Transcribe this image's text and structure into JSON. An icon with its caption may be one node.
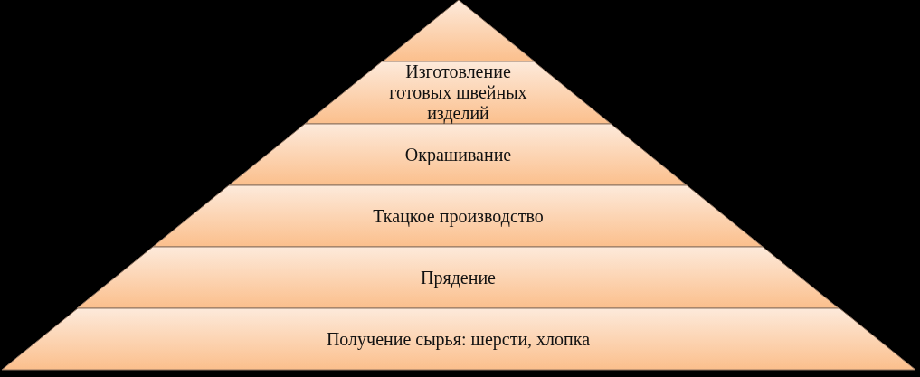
{
  "diagram": {
    "nodes": [
      {
        "text": [],
        "shape": "triangle"
      },
      {
        "text": [
          "Изготовление готовых швейных изделий"
        ]
      },
      {
        "text": [
          "Окрашивание"
        ]
      },
      {
        "text": [
          "Ткацкое производство"
        ]
      },
      {
        "text": [
          "Прядение"
        ]
      },
      {
        "text": [
          "Получение сырья: шерсти, хлопка"
        ]
      }
    ]
  }
}
